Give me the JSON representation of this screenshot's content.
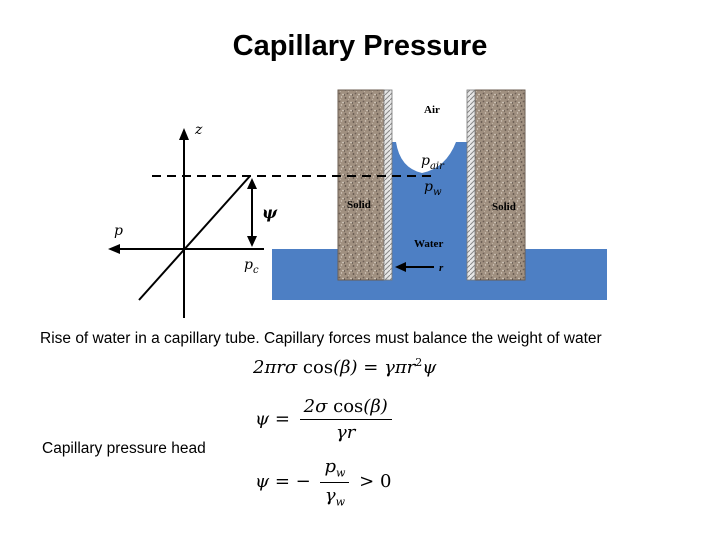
{
  "title": "Capillary Pressure",
  "axes": {
    "z_label": "z",
    "p_label": "p",
    "psi_label": "ψ",
    "pc_label": "p",
    "pc_sub": "c"
  },
  "tube": {
    "air_label": "Air",
    "pair_label": "p",
    "pair_sub": "air",
    "pw_label": "p",
    "pw_sub": "w",
    "solid_left_label": "Solid",
    "solid_right_label": "Solid",
    "water_label": "Water",
    "radius_label": "r"
  },
  "colors": {
    "water": "#4d7fc4",
    "solid": "#9d8c7c",
    "lining": "#cccccc"
  },
  "caption": "Rise of water in a capillary tube.  Capillary forces must balance the weight of water",
  "head_label": "Capillary pressure head",
  "eq1": {
    "lhs": "2πrσ",
    "cos": "cos",
    "arg": "(β)",
    "eqs": " = ",
    "rhs": "γπr",
    "exp": "2",
    "rhs2": "ψ"
  },
  "eq2": {
    "lhs": "ψ =",
    "num": "2σ",
    "num_cos": " cos",
    "num_arg": "(β)",
    "den": "γr"
  },
  "eq3": {
    "lhs": "ψ = −",
    "num": "p",
    "num_sub": "w",
    "den": "γ",
    "den_sub": "w",
    "rhs": "> 0"
  }
}
